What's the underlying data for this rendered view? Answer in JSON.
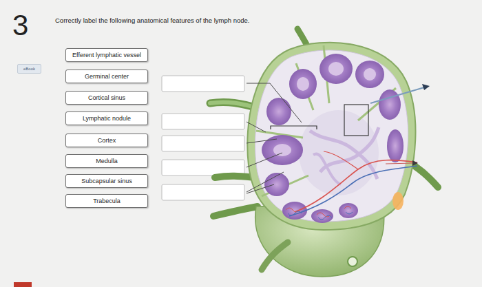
{
  "diagram": {
    "title": "Correctly label the following anatomical features of the lymph node.",
    "nodes": [
      {
        "text": [
          "Efferent lymphatic vessel"
        ]
      },
      {
        "text": [
          "Germinal center"
        ]
      },
      {
        "text": [
          "Cortical sinus"
        ]
      },
      {
        "text": [
          "Lymphatic nodule"
        ]
      },
      {
        "text": [
          "Cortex"
        ]
      },
      {
        "text": [
          "Medulla"
        ]
      },
      {
        "text": [
          "Subcapsular sinus"
        ]
      },
      {
        "text": [
          "Trabecula"
        ]
      }
    ],
    "labels": [
      "3",
      "eBook"
    ]
  }
}
